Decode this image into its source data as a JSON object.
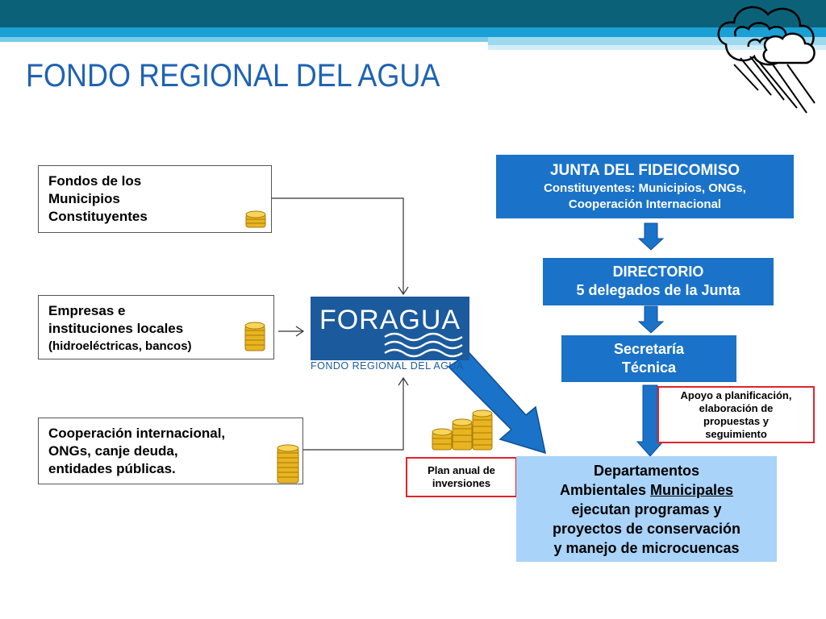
{
  "title": "FONDO REGIONAL DEL AGUA",
  "sources": [
    {
      "lines": [
        "Fondos de los",
        "Municipios",
        "Constituyentes"
      ]
    },
    {
      "lines": [
        "Empresas e",
        "instituciones locales"
      ],
      "note": "(hidroeléctricas, bancos)"
    },
    {
      "lines": [
        "Cooperación internacional,",
        "ONGs, canje deuda,",
        "entidades públicas."
      ]
    }
  ],
  "logo": {
    "name": "FORAGUA",
    "subtitle": "FONDO REGIONAL DEL AGUA"
  },
  "junta": {
    "title": "JUNTA DEL FIDEICOMISO",
    "line1": "Constituyentes: Municipios, ONGs,",
    "line2": "Cooperación Internacional"
  },
  "directorio": {
    "line1": "DIRECTORIO",
    "line2": "5 delegados de la Junta"
  },
  "secretaria": {
    "line1": "Secretaría",
    "line2": "Técnica"
  },
  "apoyo": {
    "lines": [
      "Apoyo a planificación,",
      "elaboración de",
      "propuestas y",
      "seguimiento"
    ]
  },
  "plan": {
    "lines": [
      "Plan anual de",
      "inversiones"
    ]
  },
  "departamentos": {
    "line1": "Departamentos",
    "line2_pre": "Ambientales ",
    "line2_u": "Municipales",
    "line3": "ejecutan programas y",
    "line4": "proyectos de conservación",
    "line5": "y manejo de microcuencas"
  },
  "colors": {
    "title": "#1f63b3",
    "box_blue": "#1a73c8",
    "box_light": "#a9d3f8",
    "arrow": "#1a73c8",
    "red_border": "#e0242a",
    "logo_bg": "#1b5a9c"
  },
  "icons": [
    "coin-stack-icon",
    "rain-cloud-icon",
    "down-arrow-icon"
  ]
}
